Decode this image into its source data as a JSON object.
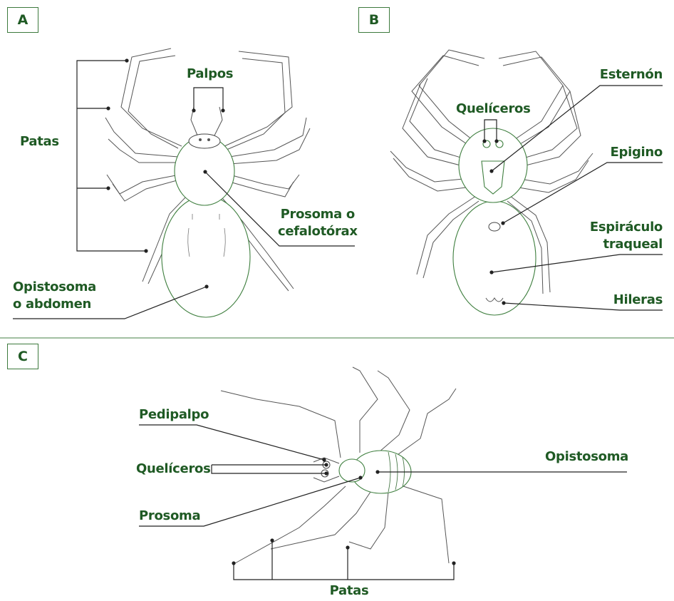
{
  "panels": {
    "a": {
      "tag": "A",
      "labels": {
        "patas": "Patas",
        "palpos": "Palpos",
        "prosoma_l1": "Prosoma o",
        "prosoma_l2": "cefalotórax",
        "opisto_l1": "Opistosoma",
        "opisto_l2": "o abdomen"
      }
    },
    "b": {
      "tag": "B",
      "labels": {
        "esternon": "Esternón",
        "queliceros": "Quelíceros",
        "epigino": "Epigino",
        "espir_l1": "Espiráculo",
        "espir_l2": "traqueal",
        "hileras": "Hileras"
      }
    },
    "c": {
      "tag": "C",
      "labels": {
        "pedipalpo": "Pedipalpo",
        "queliceros": "Quelíceros",
        "prosoma": "Prosoma",
        "opistosoma": "Opistosoma",
        "patas": "Patas"
      }
    }
  },
  "colors": {
    "label_green": "#1f5a24",
    "outline_green": "#3f7f3f",
    "leader": "#222222"
  }
}
